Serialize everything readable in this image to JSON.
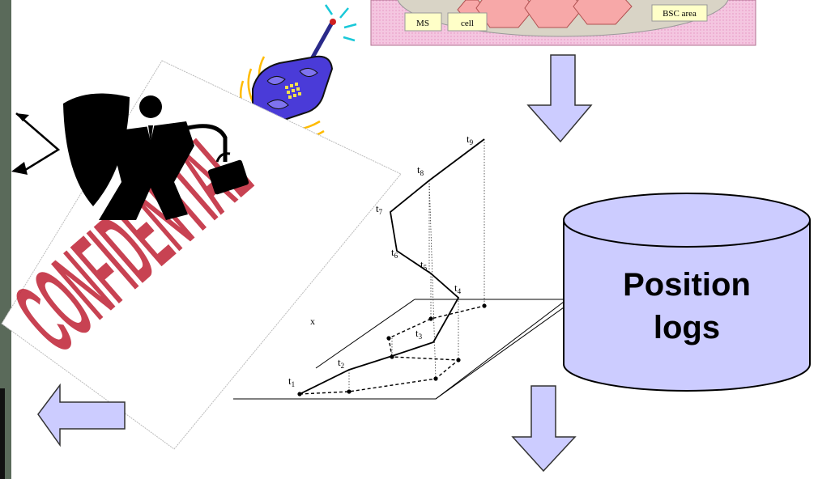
{
  "map_panel": {
    "labels": {
      "ms": "MS",
      "cell": "cell",
      "bsc_area": "BSC area"
    }
  },
  "trajectory": {
    "time_labels": [
      "t1",
      "t2",
      "t3",
      "t4",
      "t5",
      "t6",
      "t7",
      "t8",
      "t9"
    ],
    "axis_label": "x"
  },
  "database": {
    "title_line1": "Position",
    "title_line2": "logs"
  },
  "stamp": {
    "text": "CONFIDENTIAL"
  },
  "colors": {
    "arrow_fill": "#ccccff",
    "cylinder_fill": "#ccccff",
    "stamp_red": "#c0283a",
    "map_pink": "#f2b7d8",
    "cell_fill": "#f7a8a8",
    "phone_blue": "#4a3bd8",
    "label_yellow": "#ffffc8"
  },
  "icons": [
    "phone-icon",
    "businessman-icon",
    "shield-icon",
    "briefcase-icon",
    "down-arrow-icon",
    "left-arrow-icon",
    "database-cylinder-icon"
  ]
}
